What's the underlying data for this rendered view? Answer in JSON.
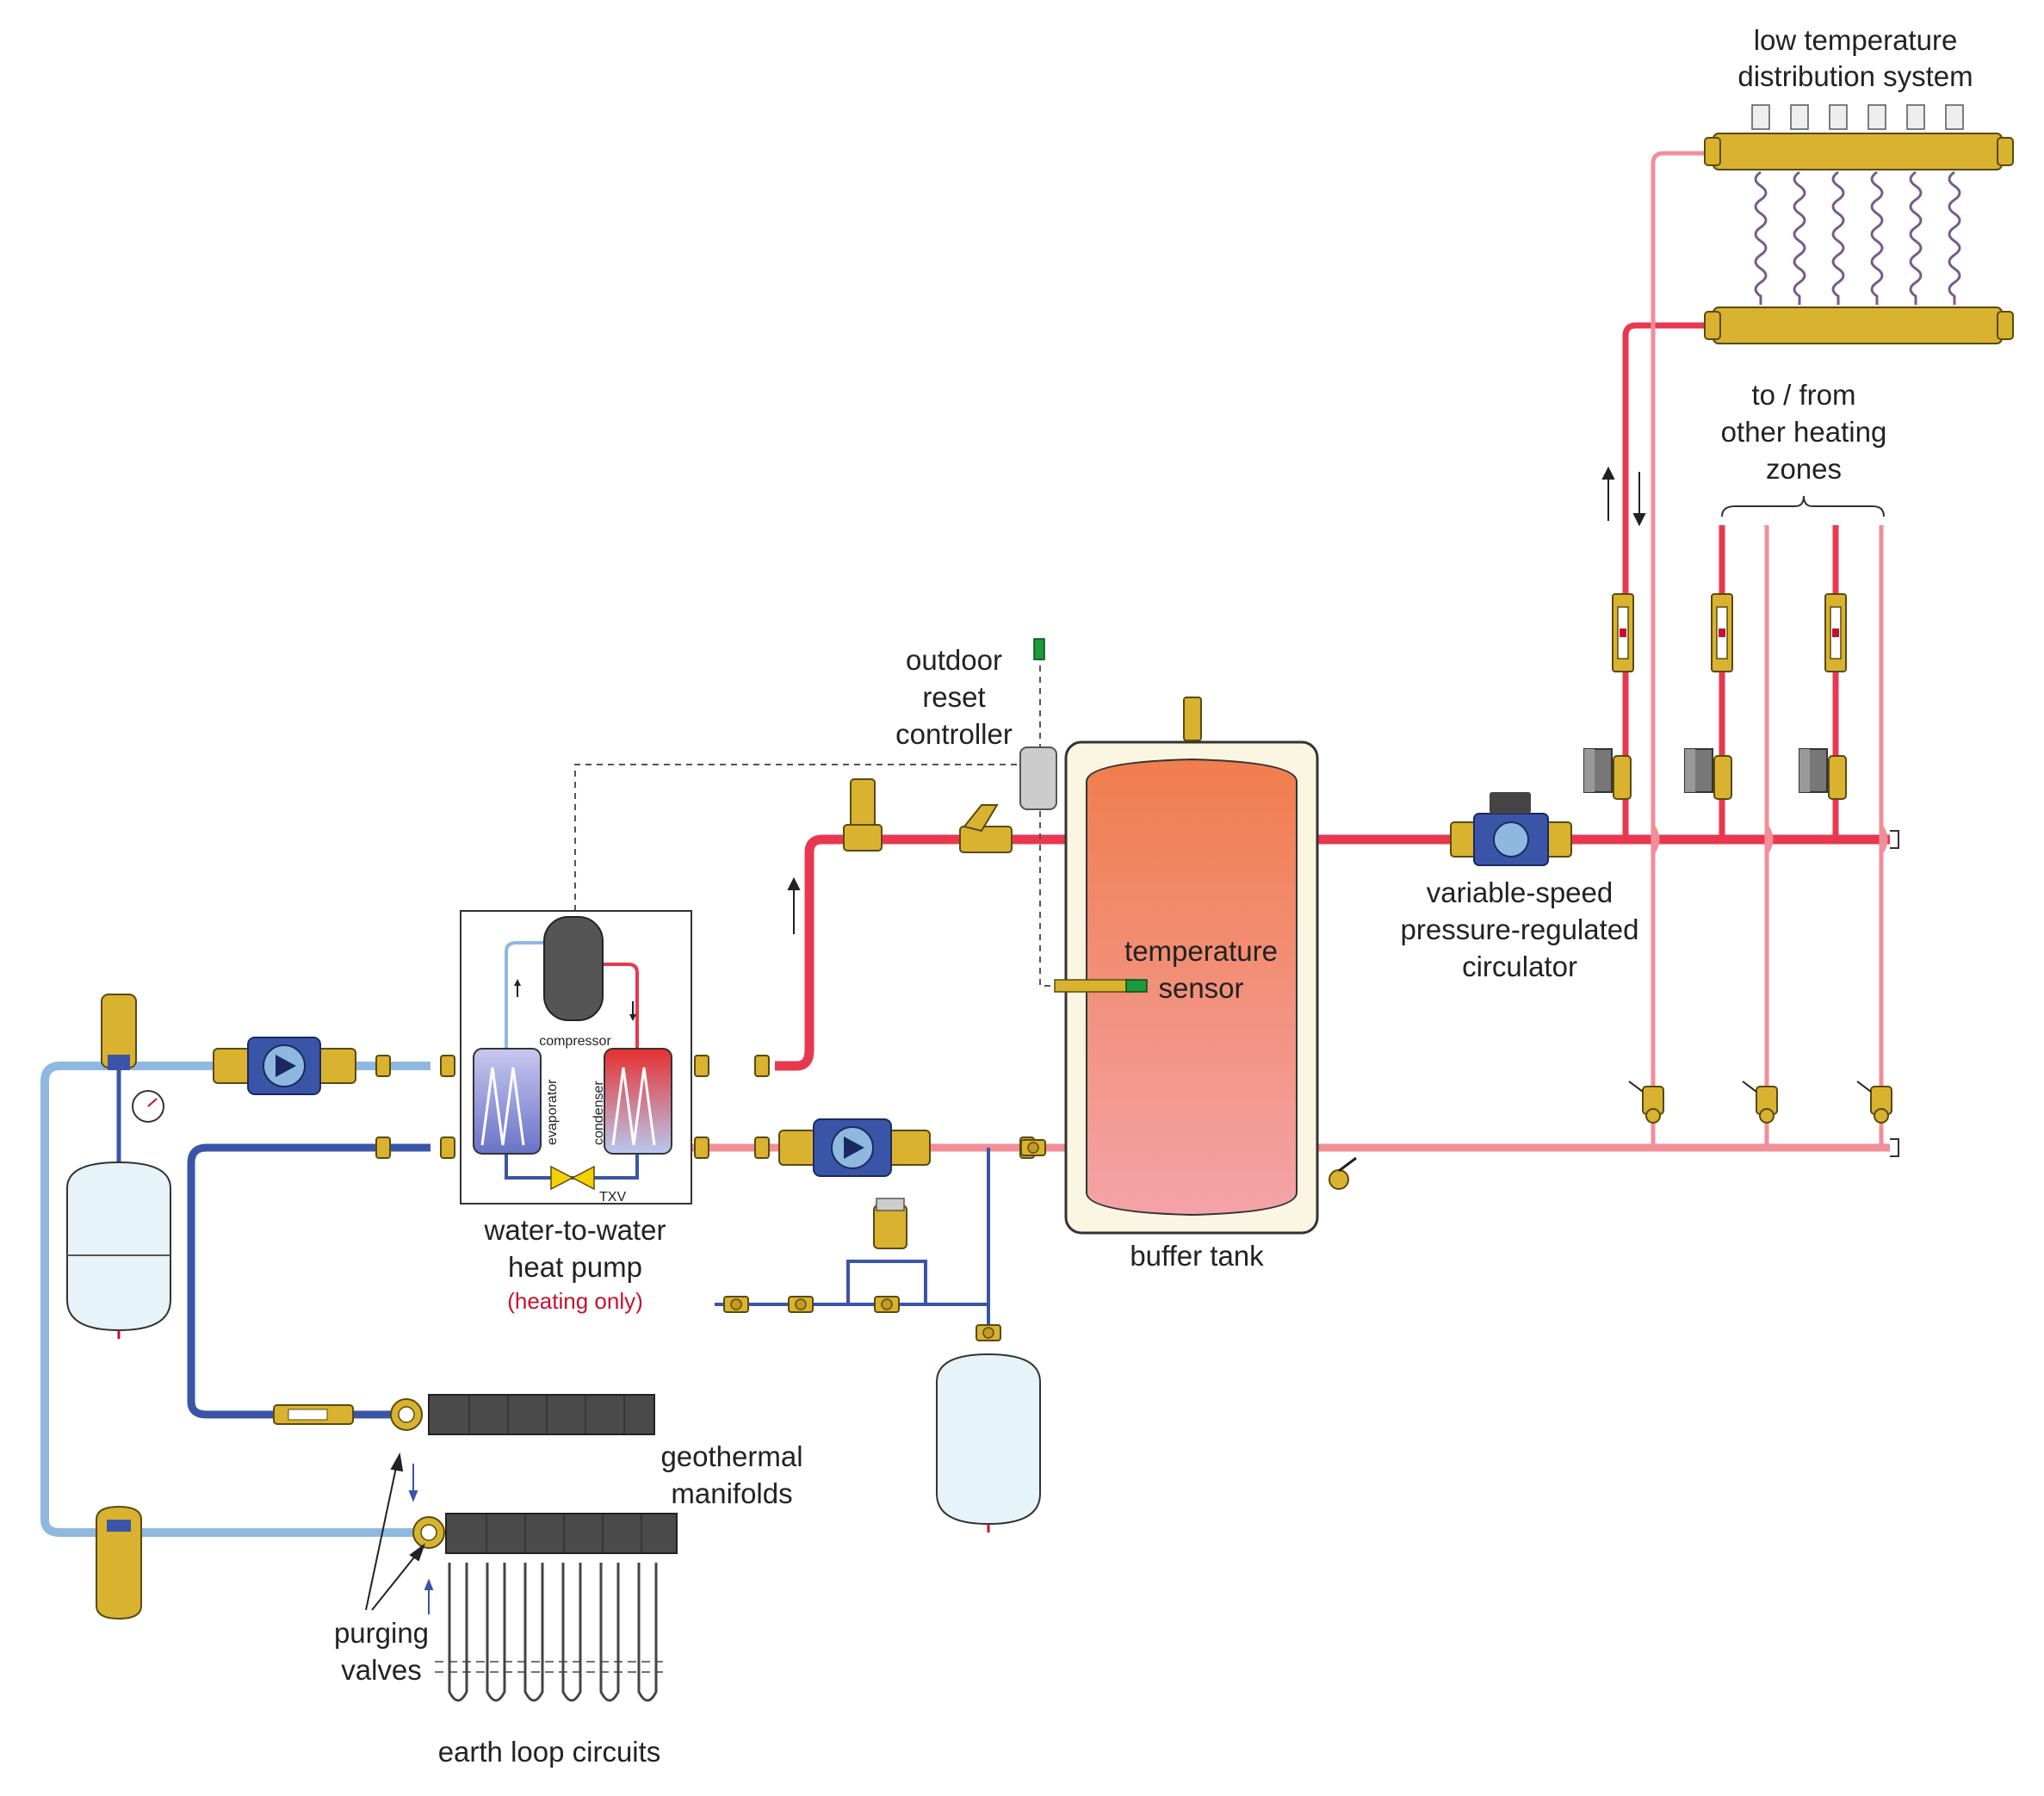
{
  "labels": {
    "low_temp": [
      "low temperature",
      "distribution system"
    ],
    "to_from": [
      "to / from",
      "other heating",
      "zones"
    ],
    "outdoor_reset": [
      "outdoor",
      "reset",
      "controller"
    ],
    "temp_sensor": [
      "temperature",
      "sensor"
    ],
    "vs_circulator": [
      "variable-speed",
      "pressure-regulated",
      "circulator"
    ],
    "heat_pump": [
      "water-to-water",
      "heat pump"
    ],
    "heating_only": "(heating only)",
    "buffer_tank": "buffer tank",
    "geothermal": [
      "geothermal",
      "manifolds"
    ],
    "purging": [
      "purging",
      "valves"
    ],
    "earth_loop": "earth loop circuits",
    "compressor": "compressor",
    "evaporator": "evaporator",
    "condenser": "condenser",
    "txv": "TXV"
  },
  "colors": {
    "hot_supply": "#e8384f",
    "warm_return": "#f28e98",
    "cold_dark": "#3a55a8",
    "cold_light": "#8fb8e0",
    "brass": "#d9b230",
    "tank_fill_top": "#f07d4d",
    "tank_fill_bottom": "#f4a3a8",
    "tank_jacket": "#fbf6e2",
    "expansion_tank": "#e6f4fa",
    "manifold_dark": "#4a4a4a"
  }
}
